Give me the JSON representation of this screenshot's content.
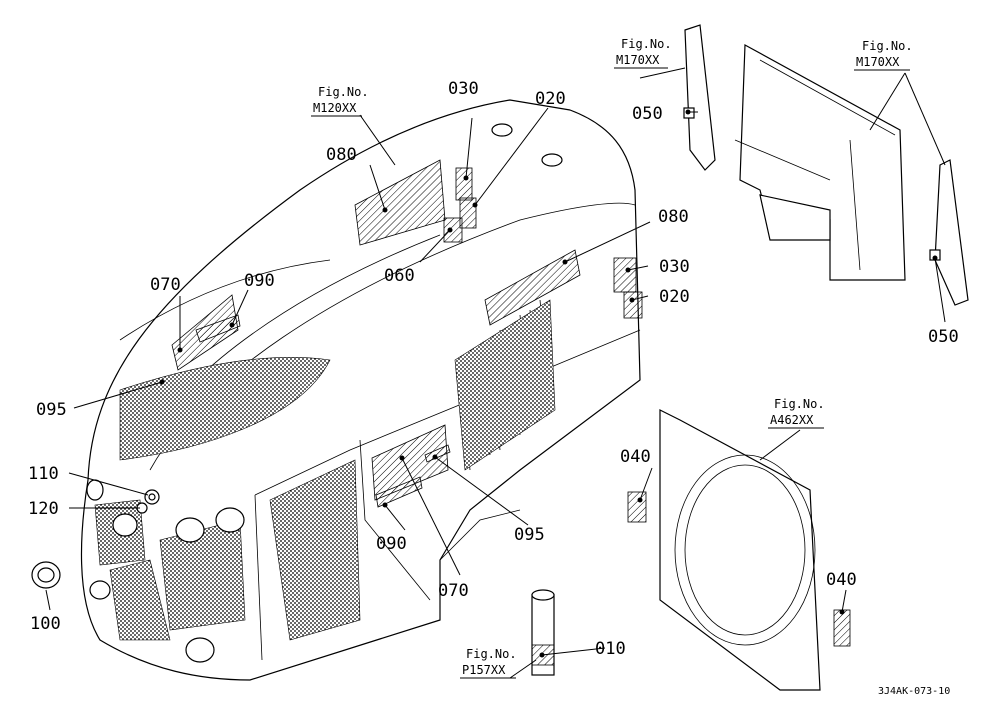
{
  "callouts": {
    "c010": "010",
    "c020_top": "020",
    "c030_top": "030",
    "c080_top": "080",
    "c060": "060",
    "c070_left": "070",
    "c090_left": "090",
    "c095_left": "095",
    "c080_right": "080",
    "c030_right": "030",
    "c020_right": "020",
    "c110": "110",
    "c120": "120",
    "c100": "100",
    "c090_bottom": "090",
    "c070_bottom": "070",
    "c095_bottom": "095",
    "c050_left": "050",
    "c050_right": "050",
    "c040_left": "040",
    "c040_right": "040"
  },
  "fig_refs": {
    "m120": {
      "caption": "Fig.No.",
      "code": "M120XX"
    },
    "m170_left": {
      "caption": "Fig.No.",
      "code": "M170XX"
    },
    "m170_right": {
      "caption": "Fig.No.",
      "code": "M170XX"
    },
    "a462": {
      "caption": "Fig.No.",
      "code": "A462XX"
    },
    "p157": {
      "caption": "Fig.No.",
      "code": "P157XX"
    }
  },
  "drawing_code": "3J4AK-073-10"
}
